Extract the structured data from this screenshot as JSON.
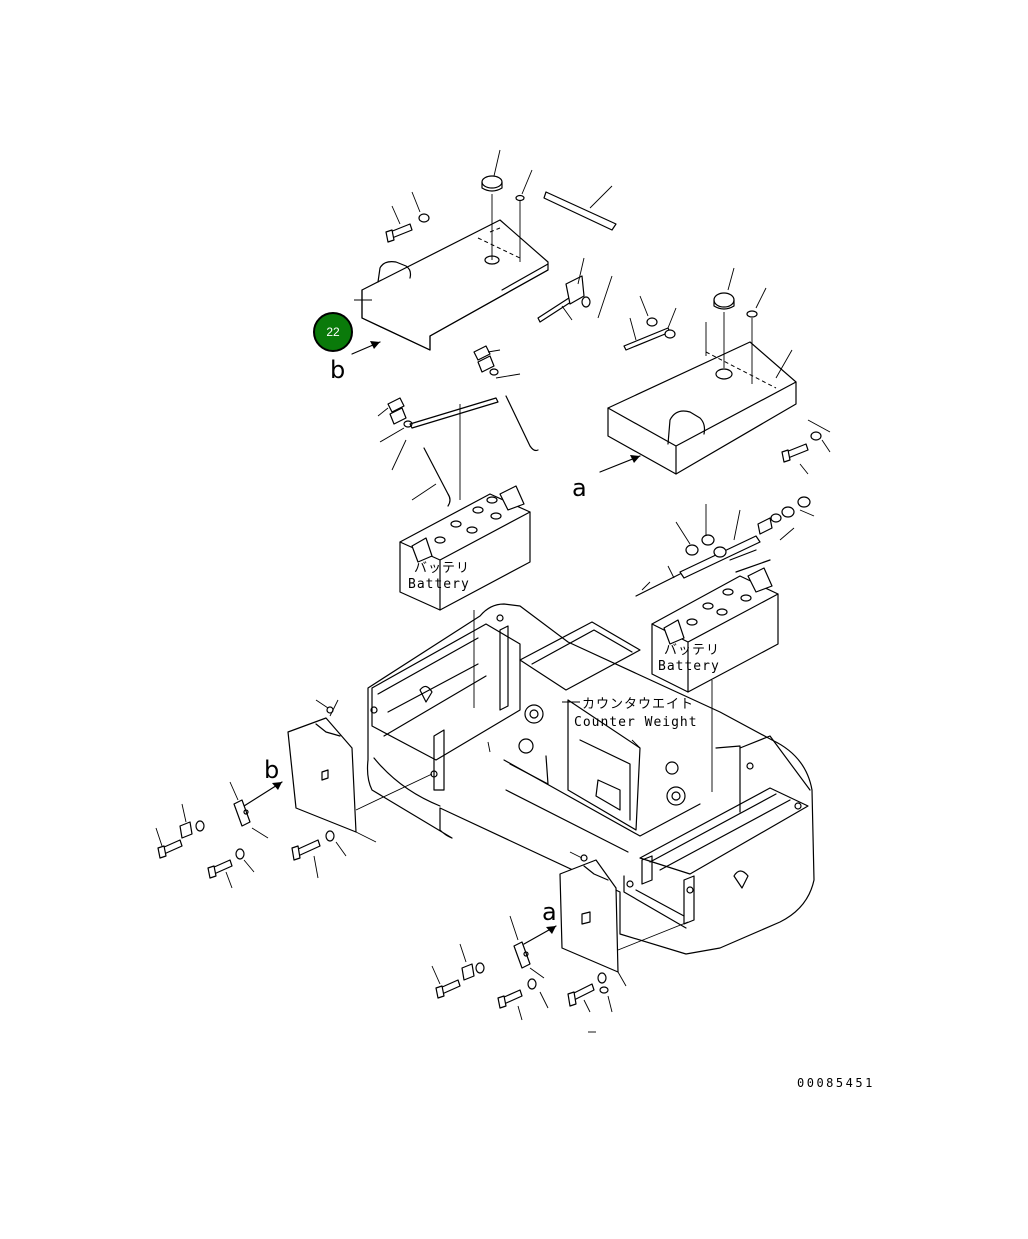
{
  "badge": {
    "number": "22",
    "color": "#0a7a0a"
  },
  "labels": {
    "battery_jp": "バッテリ",
    "battery_en": "Battery",
    "counterweight_jp": "カウンタウエイト",
    "counterweight_en": "Counter Weight",
    "view_a": "a",
    "view_b": "b"
  },
  "drawing_code": "00085451",
  "icons": [
    "battery-icon",
    "bolt-icon",
    "washer-icon",
    "cap-icon",
    "arrow-icon"
  ]
}
